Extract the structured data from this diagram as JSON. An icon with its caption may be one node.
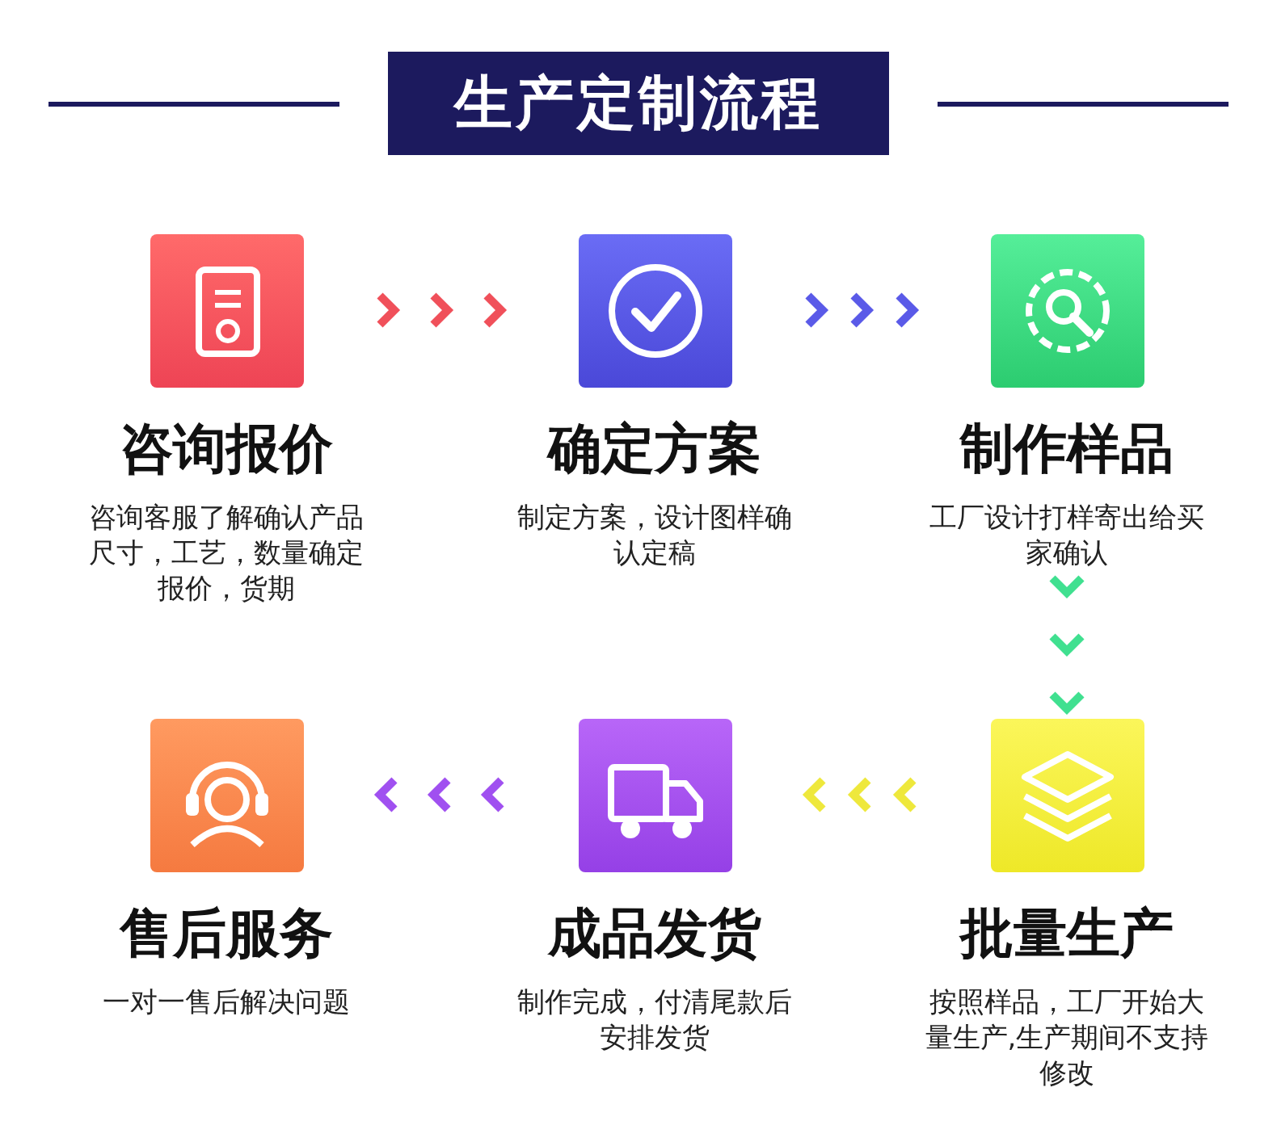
{
  "diagram": {
    "title": "生产定制流程",
    "nodes": [
      {
        "text": [
          "咨询报价",
          "咨询客服了解确认产品尺寸，工艺，数量确定报价，货期"
        ]
      },
      {
        "text": [
          "确定方案",
          "制定方案，设计图样确认定稿"
        ]
      },
      {
        "text": [
          "制作样品",
          "工厂设计打样寄出给买家确认"
        ]
      },
      {
        "text": [
          "售后服务",
          "一对一售后解决问题"
        ]
      },
      {
        "text": [
          "成品发货",
          "制作完成，付清尾款后安排发货"
        ]
      },
      {
        "text": [
          "批量生产",
          "按照样品，工厂开始大量生产,生产期间不支持修改"
        ]
      }
    ],
    "edges": [
      {
        "from": 0,
        "to": 1,
        "arrow": "to",
        "color": "#f0505a"
      },
      {
        "from": 1,
        "to": 2,
        "arrow": "to",
        "color": "#5a5ae8"
      },
      {
        "from": 2,
        "to": 5,
        "arrow": "to",
        "color": "#40e090"
      },
      {
        "from": 5,
        "to": 4,
        "arrow": "to",
        "color": "#eee83c"
      },
      {
        "from": 4,
        "to": 3,
        "arrow": "to",
        "color": "#a050f0"
      }
    ]
  }
}
